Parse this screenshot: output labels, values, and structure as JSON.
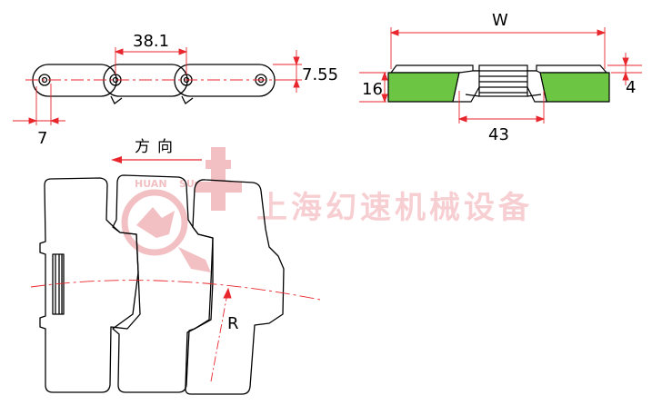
{
  "dimensions": {
    "pitch": "38.1",
    "height": "7.55",
    "pin_offset": "7",
    "width": "W",
    "thickness": "16",
    "top_thickness": "4",
    "hinge_width": "43",
    "radius": "R"
  },
  "direction_label": "方向",
  "watermark": {
    "company": "上海幻速机械设备",
    "brand_left": "HUAN",
    "brand_right": "SU"
  },
  "colors": {
    "line": "#000000",
    "dimension": "#e8262d",
    "plate_fill": "#6cc644",
    "watermark": "#f2b8bb"
  }
}
